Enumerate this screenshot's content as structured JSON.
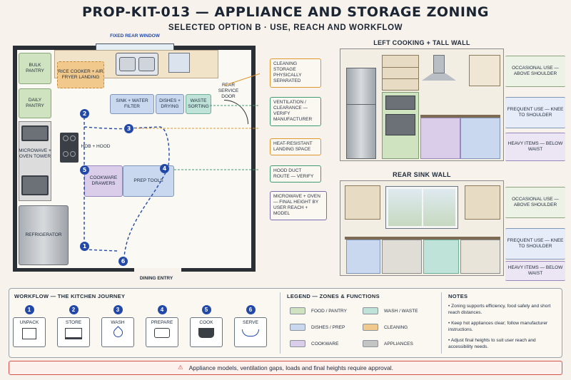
{
  "header": {
    "title": "PROP-KIT-013 — APPLIANCE AND STORAGE ZONING",
    "subtitle": "SELECTED OPTION B · USE, REACH AND WORKFLOW"
  },
  "plan": {
    "window_label": "FIXED REAR WINDOW",
    "bulk_pantry": "BULK PANTRY",
    "daily_pantry": "DAILY PANTRY",
    "microwave_tower": "MICROWAVE + OVEN TOWER",
    "refrigerator": "REFRIGERATOR",
    "rice_cooker": "RICE COOKER + AIR FRYER LANDING",
    "sink_filter": "SINK + WATER FILTER",
    "dishes_drying": "DISHES + DRYING",
    "waste_sorting": "WASTE SORTING",
    "rear_door": "REAR SERVICE DOOR",
    "hob": "HOB + HOOD",
    "cookware_drawers": "COOKWARE DRAWERS",
    "prep_tools": "PREP TOOLS",
    "dining_entry": "DINING ENTRY",
    "badges": [
      "1",
      "2",
      "3",
      "4",
      "5",
      "6"
    ]
  },
  "callouts": [
    {
      "text": "CLEANING STORAGE PHYSICALLY SEPARATED",
      "color": "#e0962f"
    },
    {
      "text": "VENTILATION / CLEARANCE — VERIFY MANUFACTURER",
      "color": "#3f9b72"
    },
    {
      "text": "HEAT-RESISTANT LANDING SPACE",
      "color": "#e0962f"
    },
    {
      "text": "HOOD DUCT ROUTE — VERIFY",
      "color": "#3f9b72"
    },
    {
      "text": "MICROWAVE + OVEN — FINAL HEIGHT BY USER REACH + MODEL",
      "color": "#7b6bb0"
    }
  ],
  "elevations": {
    "left_title": "LEFT COOKING + TALL WALL",
    "rear_title": "REAR SINK WALL",
    "tags": {
      "occasional": "OCCASIONAL USE — ABOVE SHOULDER",
      "frequent": "FREQUENT USE — KNEE TO SHOULDER",
      "heavy": "HEAVY ITEMS — BELOW WAIST"
    }
  },
  "workflow": {
    "heading": "WORKFLOW — THE KITCHEN JOURNEY",
    "steps": [
      {
        "num": "1",
        "label": "UNPACK",
        "icon": "box-icon"
      },
      {
        "num": "2",
        "label": "STORE",
        "icon": "shelf-icon"
      },
      {
        "num": "3",
        "label": "WASH",
        "icon": "water-drop-icon"
      },
      {
        "num": "4",
        "label": "PREPARE",
        "icon": "cutting-board-icon"
      },
      {
        "num": "5",
        "label": "COOK",
        "icon": "pot-icon"
      },
      {
        "num": "6",
        "label": "SERVE",
        "icon": "bowl-icon"
      }
    ]
  },
  "legend": {
    "heading": "LEGEND — ZONES & FUNCTIONS",
    "items": [
      {
        "label": "FOOD / PANTRY",
        "color": "#cfe3c0"
      },
      {
        "label": "WASH / WASTE",
        "color": "#bfe3d8"
      },
      {
        "label": "DISHES / PREP",
        "color": "#c9d8ee"
      },
      {
        "label": "CLEANING",
        "color": "#f2c98c"
      },
      {
        "label": "COOKWARE",
        "color": "#d9cdea"
      },
      {
        "label": "APPLIANCES",
        "color": "#c4c4c4"
      }
    ]
  },
  "notes": {
    "heading": "NOTES",
    "items": [
      "Zoning supports efficiency, food safety and short reach distances.",
      "Keep hot appliances clear; follow manufacturer instructions.",
      "Adjust final heights to suit user reach and accessibility needs."
    ]
  },
  "warning": "Appliance models, ventilation gaps, loads and final heights require approval.",
  "colors": {
    "accent_blue": "#2349a8",
    "pantry": "#cfe3c0",
    "wash": "#bfe3d8",
    "dishes": "#c9d8ee",
    "cleaning": "#f2c98c",
    "cookware": "#d9cdea",
    "appliance": "#c4c4c4",
    "warning": "#d9534f"
  }
}
